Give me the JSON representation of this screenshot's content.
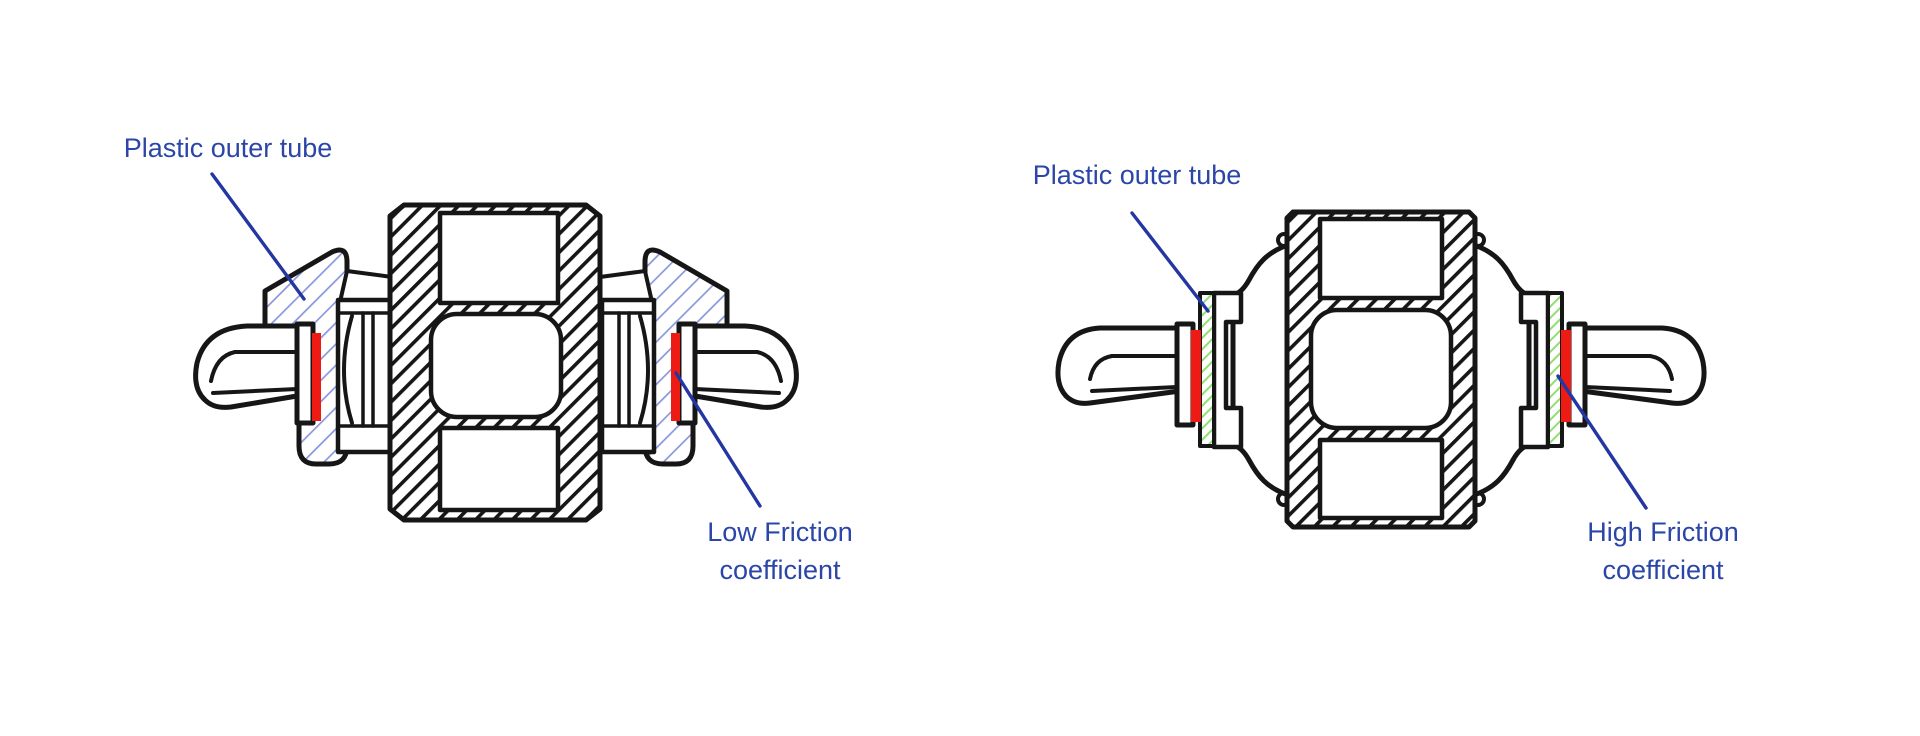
{
  "page": {
    "background": "#ffffff",
    "description": "Cross-section comparison of two stabilizer link ball joints: plastic outer tube with low friction coefficient surface (left) vs high friction coefficient surface (right)"
  },
  "colors": {
    "label_blue": "#2b46a8",
    "leader_blue": "#2336a2",
    "friction_red": "#ee1b15",
    "outline_black": "#161616",
    "plastic_hatch_blue": "#8a97dc",
    "plastic_hatch_green": "#8fdf73",
    "white": "#ffffff"
  },
  "diagrams": {
    "left": {
      "plastic_label": "Plastic outer tube",
      "annotation_line1": "Low Friction",
      "annotation_line2": "coefficient"
    },
    "right": {
      "plastic_label": "Plastic outer tube",
      "annotation_line1": "High Friction",
      "annotation_line2": "coefficient"
    }
  }
}
